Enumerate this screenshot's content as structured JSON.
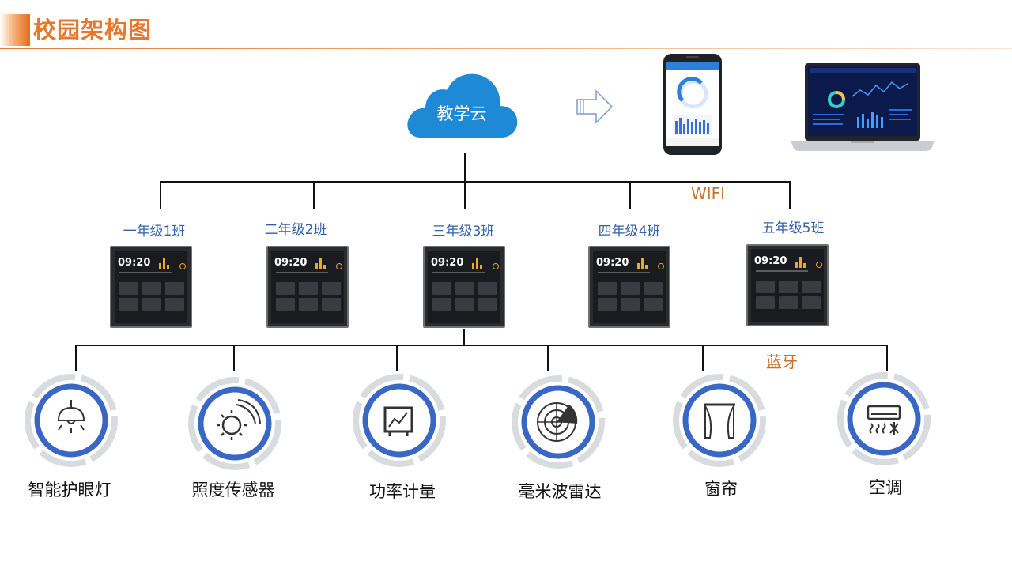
{
  "header": {
    "title": "校园架构图"
  },
  "cloud": {
    "label": "教学云"
  },
  "network": {
    "wifi": "WIFI",
    "bluetooth": "蓝牙"
  },
  "panel": {
    "time": "09:20"
  },
  "classes": [
    {
      "label": "一年级1班"
    },
    {
      "label": "二年级2班"
    },
    {
      "label": "三年级3班"
    },
    {
      "label": "四年级4班"
    },
    {
      "label": "五年级5班"
    }
  ],
  "devices": [
    {
      "label": "智能护眼灯",
      "icon": "pendant-lamp-icon"
    },
    {
      "label": "照度传感器",
      "icon": "sun-sensor-icon"
    },
    {
      "label": "功率计量",
      "icon": "power-meter-icon"
    },
    {
      "label": "毫米波雷达",
      "icon": "radar-icon"
    },
    {
      "label": "窗帘",
      "icon": "curtain-icon"
    },
    {
      "label": "空调",
      "icon": "air-conditioner-icon"
    }
  ],
  "colors": {
    "accent": "#e8772e",
    "class_label": "#3560a8",
    "network_label": "#c8732e",
    "icon_ring": "#3a67c4",
    "cloud": "#1e8ad6"
  }
}
